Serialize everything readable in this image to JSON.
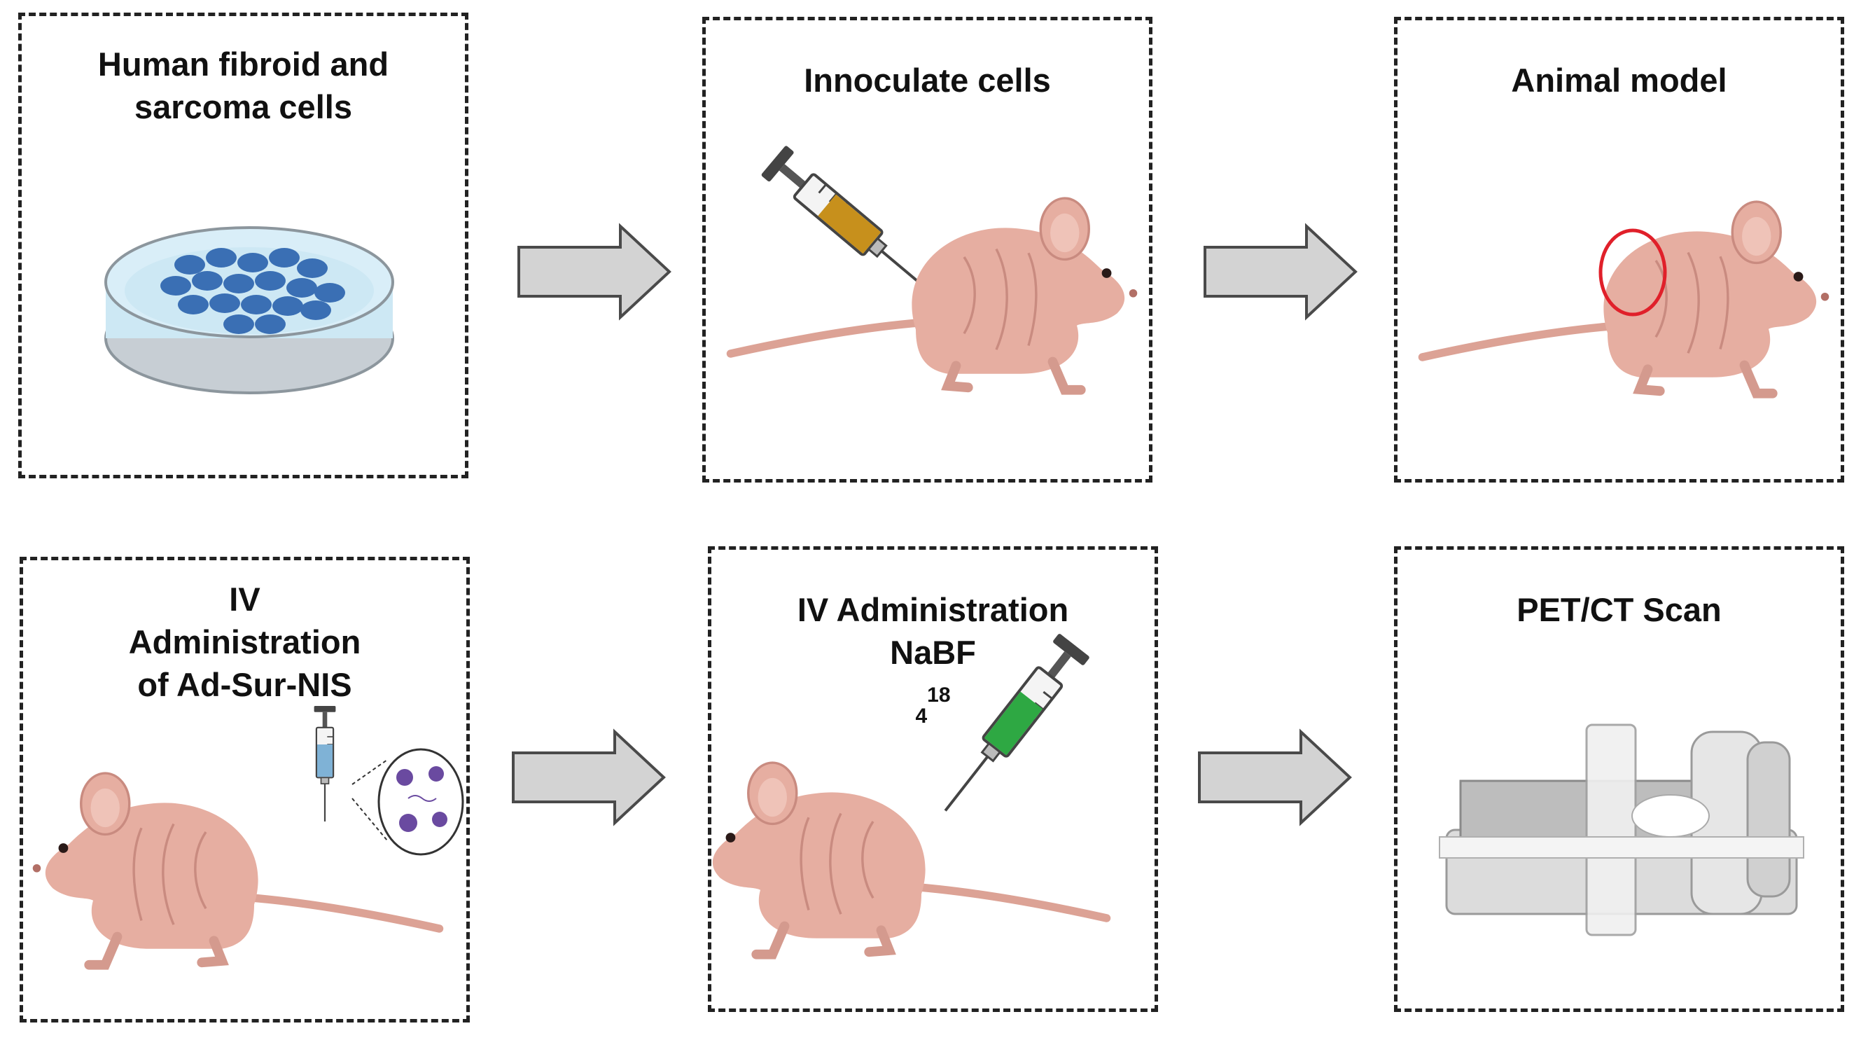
{
  "panels": [
    {
      "id": "cells",
      "title_lines": [
        "Human fibroid and",
        "sarcoma cells"
      ]
    },
    {
      "id": "inoculate",
      "title_lines": [
        "Innoculate cells"
      ]
    },
    {
      "id": "animal",
      "title_lines": [
        "Animal model"
      ]
    },
    {
      "id": "iv-ad",
      "title_lines": [
        "IV",
        "Administration",
        "of Ad-Sur-NIS"
      ]
    },
    {
      "id": "iv-nabf",
      "title_line1": "IV Administration",
      "title_base": "NaBF",
      "title_sub": "4",
      "title_sup": "18"
    },
    {
      "id": "pet",
      "title_lines": [
        "PET/CT Scan"
      ]
    }
  ],
  "icons": {
    "petri_dish": "petri-dish-icon",
    "syringe_brown": "syringe-icon",
    "syringe_green": "syringe-icon",
    "mouse": "mouse-icon",
    "tumor_marker": "red-circle-marker",
    "virus": "virus-particle-icon",
    "scanner": "pet-ct-scanner-icon",
    "arrow": "right-arrow-icon"
  },
  "colors": {
    "border": "#222222",
    "mouse_body": "#e6aea1",
    "mouse_shadow": "#c98b80",
    "dish_liquid": "#cde8f4",
    "cells": "#3a6fb4",
    "arrow_fill": "#d3d3d3",
    "arrow_stroke": "#4a4a4a",
    "tumor_circle": "#e0202a",
    "syringe_brown": "#c7901c",
    "syringe_green": "#2ea843",
    "virus": "#6a4aa0"
  }
}
